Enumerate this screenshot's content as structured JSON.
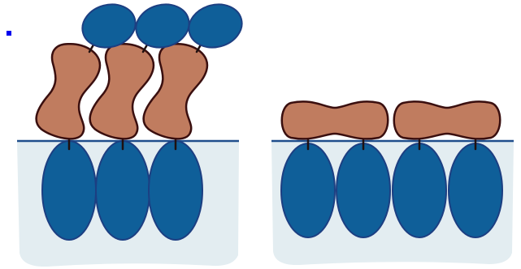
{
  "colors": {
    "background": "#ffffff",
    "membrane_fill": "#e3edf1",
    "membrane_line": "#1f4e8c",
    "blue_domain": "#0f5f99",
    "blue_outline": "#1c3f82",
    "brown_domain": "#c07c5f",
    "brown_outline": "#3a0f0f",
    "link": "#1f1010",
    "marker": "#0000ee"
  },
  "icons": {
    "marker": "blue-square-icon"
  },
  "panels": [
    {
      "name": "left-panel",
      "arrangement": "stacked-tilted",
      "cytoplasmic_domains": 3,
      "middle_domains": 3,
      "outer_domains": 3
    },
    {
      "name": "right-panel",
      "arrangement": "flat-paired",
      "cytoplasmic_domains": 4,
      "middle_domains": 2,
      "outer_domains": 0
    }
  ]
}
